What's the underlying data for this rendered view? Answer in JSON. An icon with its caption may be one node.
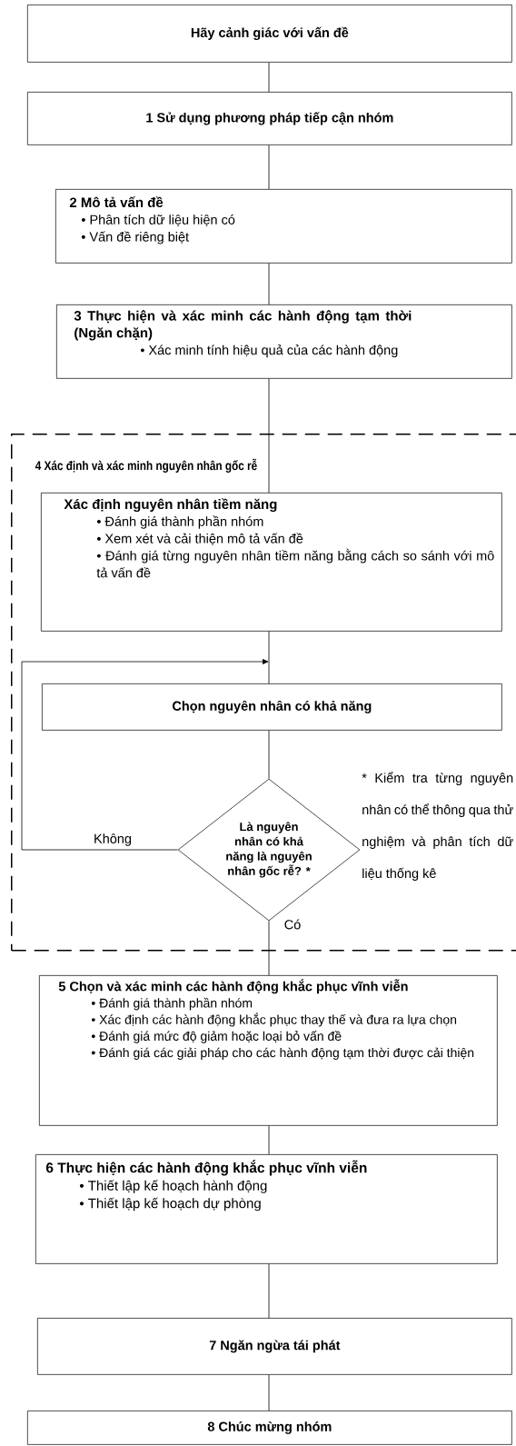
{
  "diagram": {
    "nodes": [
      {
        "text": [
          "Hãy cảnh giác với vấn đề"
        ]
      },
      {
        "text": [
          "1 Sử dụng phương pháp tiếp cận nhóm"
        ]
      },
      {
        "text": [
          "2 Mô tả vấn đề",
          "• Phân tích dữ liệu hiện có",
          "• Vấn đề riêng biệt"
        ]
      },
      {
        "text": [
          "3 Thực hiện và xác minh các hành động tạm thời (Ngăn chặn)",
          "• Xác minh tính hiệu quả của các hành động"
        ]
      },
      {
        "text": [
          "4 Xác định và xác minh nguyên nhân gốc rễ"
        ]
      },
      {
        "text": [
          "Xác định nguyên nhân tiềm năng",
          "• Đánh giá thành phần nhóm",
          "• Xem xét và cải thiện mô tả vấn đề",
          "• Đánh giá từng nguyên nhân tiềm năng bằng cách so sánh với mô tả vấn đề"
        ],
        "in": 4
      },
      {
        "text": [
          "Chọn nguyên nhân có khả năng"
        ],
        "in": 4
      },
      {
        "text": [
          "Là nguyên nhân có khả năng là nguyên nhân gốc rễ? *"
        ],
        "in": 4,
        "beside": [
          "* Kiểm tra từng nguyên nhân có thể thông qua thử nghiệm và phân tích dữ liệu thống kê"
        ]
      },
      {
        "text": [
          "5 Chọn và xác minh các hành động khắc phục vĩnh viễn",
          "• Đánh giá thành phần nhóm",
          "• Xác định các hành động khắc phục thay thế và đưa ra lựa chọn",
          "• Đánh giá mức độ giảm hoặc loại bỏ vấn đề",
          "• Đánh giá các giải pháp cho các hành động tạm thời được cải thiện"
        ]
      },
      {
        "text": [
          "6 Thực hiện các hành động khắc phục vĩnh viễn",
          "• Thiết lập kế hoạch hành động",
          "• Thiết lập kế hoạch dự phòng"
        ]
      },
      {
        "text": [
          "7 Ngăn ngừa tái phát"
        ]
      },
      {
        "text": [
          "8 Chúc mừng nhóm"
        ]
      }
    ],
    "edges": [
      {
        "from": 0,
        "to": 1,
        "arrow": "none"
      },
      {
        "from": 1,
        "to": 2,
        "arrow": "none"
      },
      {
        "from": 2,
        "to": 3,
        "arrow": "none"
      },
      {
        "from": 3,
        "to": 5,
        "arrow": "none"
      },
      {
        "from": 5,
        "to": 6,
        "arrow": "none"
      },
      {
        "from": 6,
        "to": 7,
        "arrow": "none"
      },
      {
        "from": 7,
        "to": 6,
        "arrow": "to",
        "label": "Không"
      },
      {
        "from": 7,
        "to": 8,
        "arrow": "none",
        "label": "Có"
      },
      {
        "from": 8,
        "to": 9,
        "arrow": "none"
      },
      {
        "from": 9,
        "to": 10,
        "arrow": "none"
      },
      {
        "from": 10,
        "to": 11,
        "arrow": "none"
      }
    ]
  }
}
